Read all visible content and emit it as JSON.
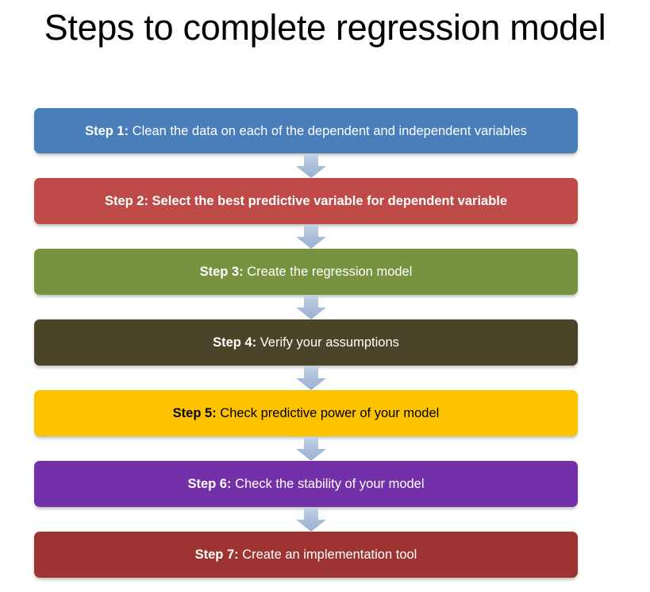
{
  "title": "Steps to complete regression model",
  "diagram": {
    "type": "vertical-flowchart",
    "connector_icon": "down-arrow-icon",
    "connector_color": "#a8bdd8",
    "steps": [
      {
        "label": "Step 1:",
        "body": "Clean the data on each of the dependent and independent variables",
        "color": "#4a7ebb",
        "text_color": "#ffffff",
        "body_weight": "regular"
      },
      {
        "label": "Step 2:",
        "body": "Select the best predictive variable for dependent variable",
        "color": "#be4b48",
        "text_color": "#ffffff",
        "body_weight": "bold"
      },
      {
        "label": "Step 3:",
        "body": "Create the regression model",
        "color": "#779340",
        "text_color": "#ffffff",
        "body_weight": "regular"
      },
      {
        "label": "Step 4:",
        "body": "Verify your assumptions",
        "color": "#4a4429",
        "text_color": "#ffffff",
        "body_weight": "regular"
      },
      {
        "label": "Step 5:",
        "body": "Check predictive power of your model",
        "color": "#fdc300",
        "text_color": "#000000",
        "body_weight": "regular"
      },
      {
        "label": "Step 6:",
        "body": "Check the stability of your model",
        "color": "#7430a8",
        "text_color": "#ffffff",
        "body_weight": "regular"
      },
      {
        "label": "Step 7:",
        "body": "Create an implementation tool",
        "color": "#9e3432",
        "text_color": "#ffffff",
        "body_weight": "regular"
      }
    ]
  }
}
